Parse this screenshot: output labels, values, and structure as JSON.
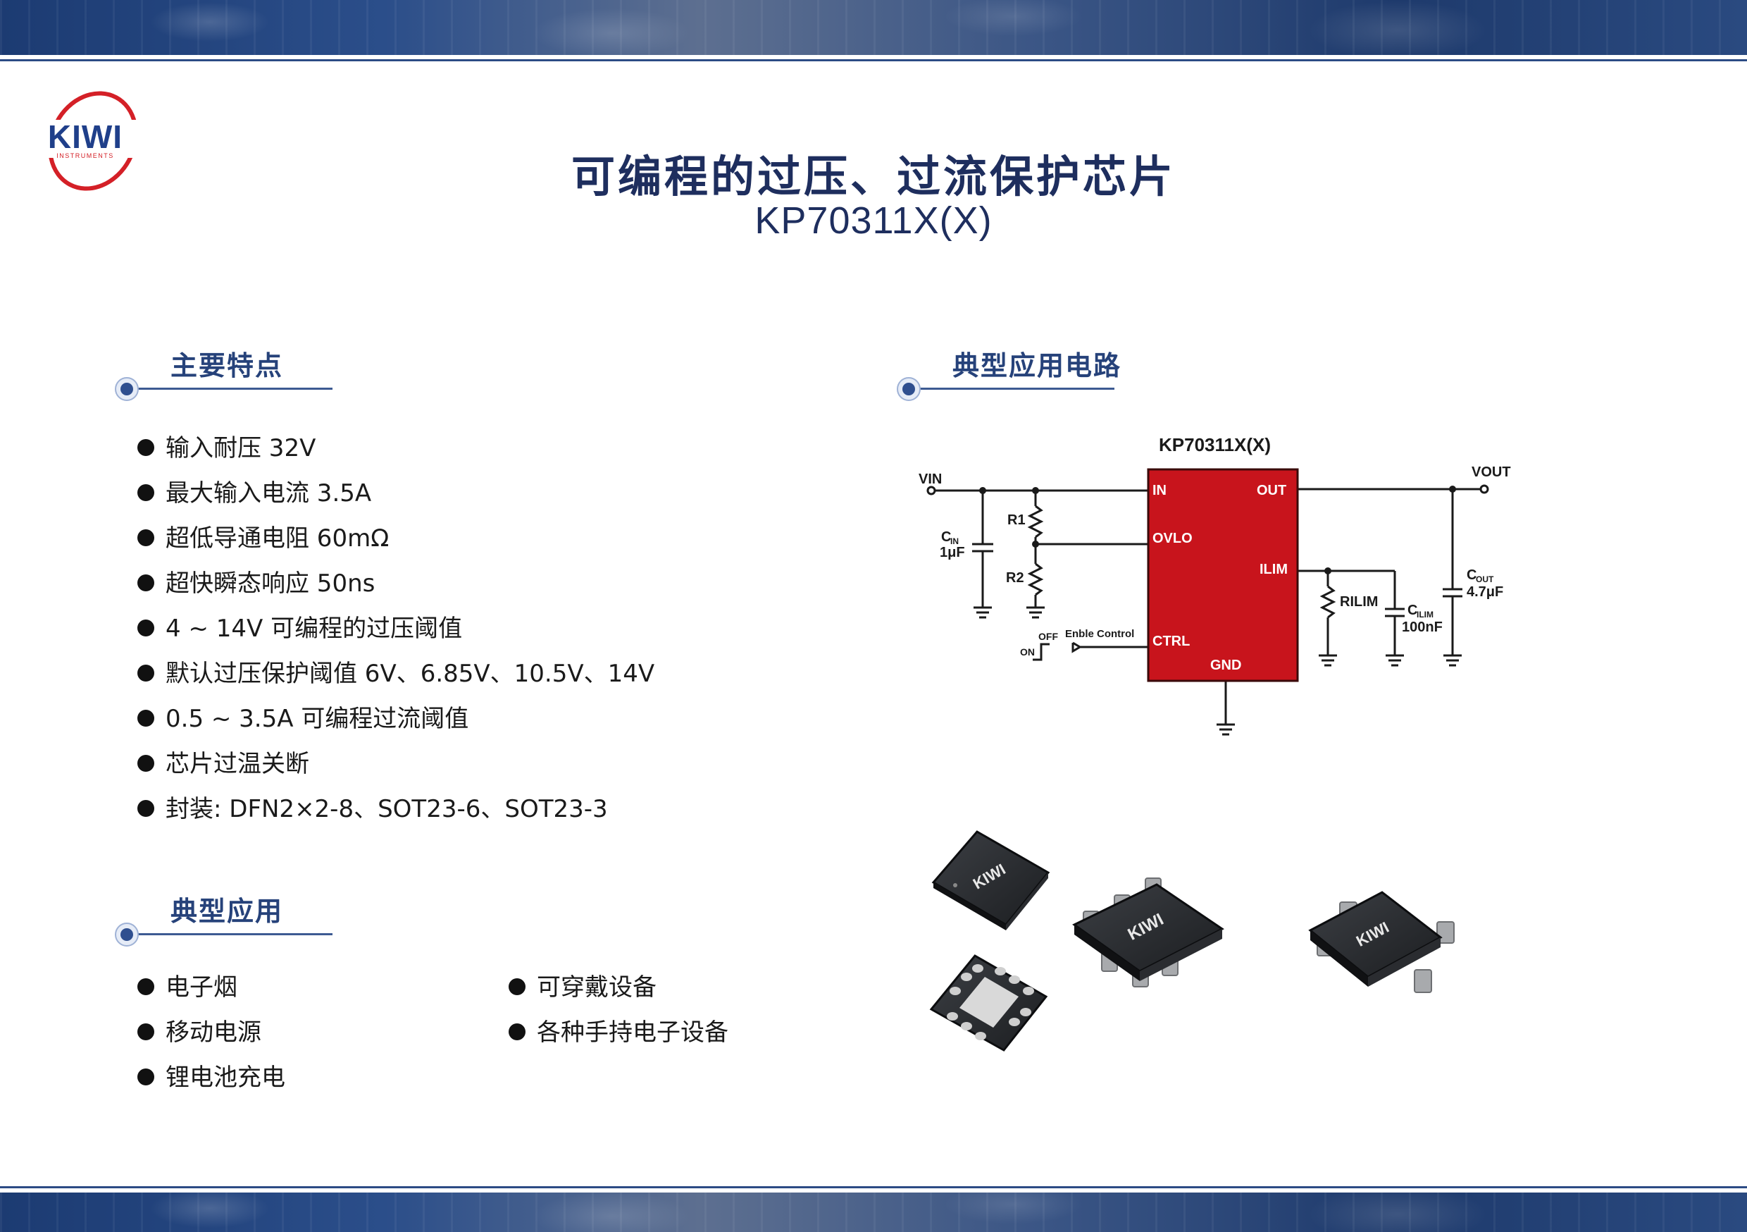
{
  "logo": {
    "text": "KIWI",
    "subtext": "INSTRUMENTS"
  },
  "title": "可编程的过压、过流保护芯片",
  "subtitle": "KP70311X(X)",
  "features": {
    "heading": "主要特点",
    "items": [
      "输入耐压 32V",
      "最大输入电流 3.5A",
      "超低导通电阻 60mΩ",
      "超快瞬态响应 50ns",
      "4 ~ 14V 可编程的过压阈值",
      "默认过压保护阈值 6V、6.85V、10.5V、14V",
      "0.5 ~ 3.5A 可编程过流阈值",
      "芯片过温关断",
      "封装: DFN2×2-8、SOT23-6、SOT23-3"
    ]
  },
  "applications": {
    "heading": "典型应用",
    "col1": [
      "电子烟",
      "移动电源",
      "锂电池充电"
    ],
    "col2": [
      "可穿戴设备",
      "各种手持电子设备"
    ]
  },
  "circuit": {
    "heading": "典型应用电路",
    "chip_label": "KP70311X(X)",
    "vin": "VIN",
    "vout": "VOUT",
    "pins": {
      "in": "IN",
      "out": "OUT",
      "ovlo": "OVLO",
      "ilim": "ILIM",
      "ctrl": "CTRL",
      "gnd": "GND"
    },
    "r1": "R1",
    "r2": "R2",
    "cin_main": "C",
    "cin_sub": "IN",
    "cin_val": "1μF",
    "cout_main": "C",
    "cout_sub": "OUT",
    "cout_val": "4.7μF",
    "rilim": "RILIM",
    "cilim_main": "C",
    "cilim_sub": "ILIM",
    "cilim_val": "100nF",
    "enable_label": "Enble Control",
    "off": "OFF",
    "on": "ON",
    "chip_color": "#c8141c"
  },
  "packages": {
    "chip_logo": "KIWI"
  },
  "colors": {
    "title": "#1e2e5e",
    "heading": "#26427a",
    "band": "#1c3b72",
    "logo_red": "#d42027",
    "logo_blue": "#1f3f8a"
  }
}
